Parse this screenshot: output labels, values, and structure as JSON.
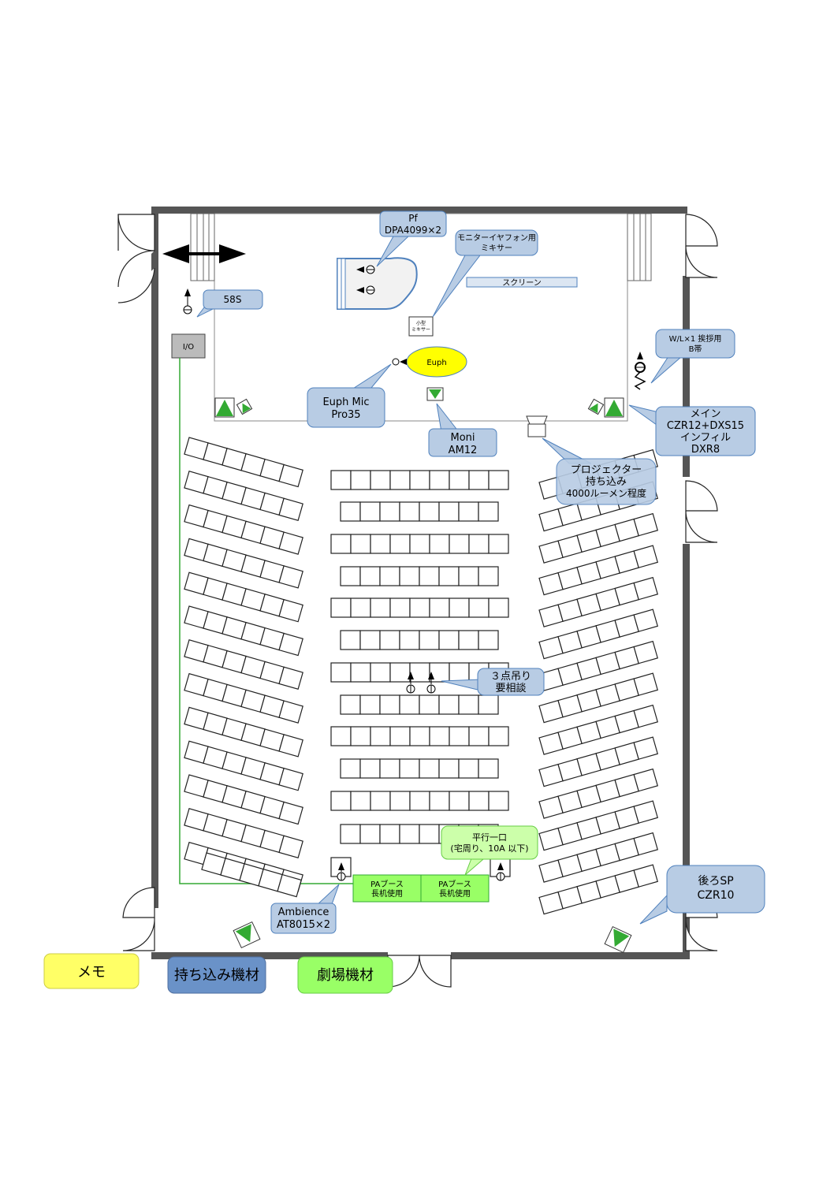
{
  "callouts": {
    "pf": [
      "Pf",
      "DPA4099×2"
    ],
    "monitor_mixer": [
      "モニターイヤフォン用",
      "ミキサー"
    ],
    "screen": "スクリーン",
    "small_mixer": [
      "小型",
      "ミキサー"
    ],
    "io": "I/O",
    "mic_58s": "58S",
    "euph": "Euph",
    "euph_mic": [
      "Euph Mic",
      "Pro35"
    ],
    "wl": [
      "W/L×1 挨拶用",
      "B帯"
    ],
    "main_sp": [
      "メイン",
      "CZR12+DXS15",
      "インフィル",
      "DXR8"
    ],
    "moni": [
      "Moni",
      "AM12"
    ],
    "projector": [
      "プロジェクター",
      "持ち込み",
      "4000ルーメン程度"
    ],
    "hang": [
      "３点吊り",
      "要相談"
    ],
    "power": [
      "平行一口",
      "(宅周り、10A 以下)"
    ],
    "pa_booth": [
      "PAブース",
      "長机使用"
    ],
    "ambience": [
      "Ambience",
      "AT8015×2"
    ],
    "rear_sp": [
      "後ろSP",
      "CZR10"
    ]
  },
  "legend": {
    "memo": "メモ",
    "bring": "持ち込み機材",
    "theatre": "劇場機材"
  },
  "colors": {
    "bring_in": "#b8cce4",
    "bring_in_legend": "#6a92c8",
    "theatre": "#ccffaa",
    "theatre_legend": "#99ff66",
    "memo": "#ffff66",
    "speaker_green": "#33aa33",
    "euph_yellow": "#ffff00",
    "wall": "#555555"
  },
  "icons": [
    "speaker-icon",
    "mic-icon",
    "door-icon",
    "arrow-icon",
    "projector-icon",
    "piano-icon",
    "wireless-mic-icon"
  ]
}
